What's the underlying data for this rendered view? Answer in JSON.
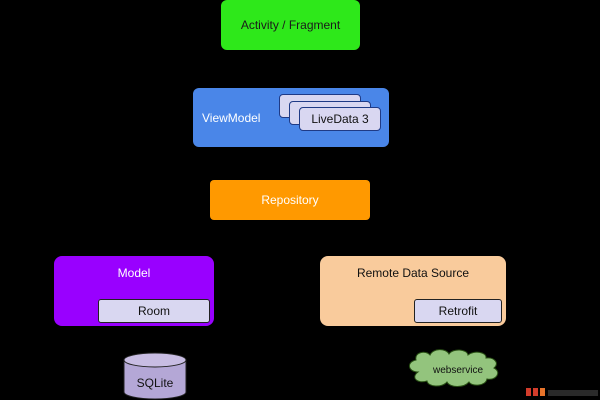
{
  "nodes": {
    "activity": "Activity / Fragment",
    "viewmodel": "ViewModel",
    "livedata": "LiveData 3",
    "repository": "Repository",
    "model": "Model",
    "room": "Room",
    "remote": "Remote Data Source",
    "retrofit": "Retrofit",
    "sqlite": "SQLite",
    "webservice": "webservice"
  },
  "colors": {
    "background": "#000000",
    "activity": "#2ee81a",
    "viewmodel": "#4a86e8",
    "repository": "#ff9900",
    "model": "#9900ff",
    "remote": "#f9cb9c",
    "inner_card": "#d9d7f1",
    "sqlite": "#b4a7d6",
    "webservice": "#93c47d"
  }
}
